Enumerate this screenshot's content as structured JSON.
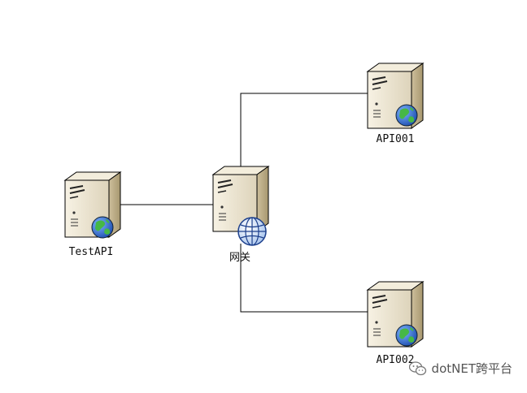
{
  "nodes": [
    {
      "id": "testapi",
      "label": "TestAPI",
      "icon": "server-globe-icon"
    },
    {
      "id": "gateway",
      "label": "网关",
      "icon": "server-network-globe-icon"
    },
    {
      "id": "api001",
      "label": "API001",
      "icon": "server-globe-icon"
    },
    {
      "id": "api002",
      "label": "API002",
      "icon": "server-globe-icon"
    }
  ],
  "edges": [
    {
      "from": "testapi",
      "to": "gateway"
    },
    {
      "from": "gateway",
      "to": "api001"
    },
    {
      "from": "gateway",
      "to": "api002"
    }
  ],
  "watermark": {
    "text": "dotNET跨平台",
    "icon": "wechat-icon"
  },
  "colors": {
    "server_body": "#ece5d2",
    "server_shade": "#b8aa88",
    "globe_blue": "#2f6fd6",
    "globe_green": "#3fae3f",
    "line": "#000000"
  }
}
